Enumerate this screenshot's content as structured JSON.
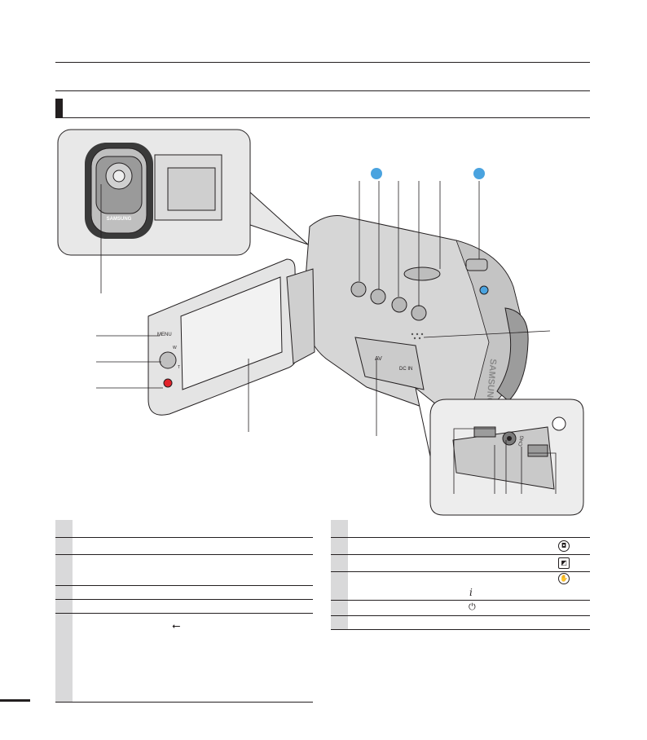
{
  "colors": {
    "ink": "#231f20",
    "callout_blue": "#4aa3df",
    "table_number_shade": "#d9d9da",
    "record_red": "#e2222a"
  },
  "camera": {
    "brand": "SAMSUNG",
    "button_labels": {
      "menu": "MENU",
      "zoom_wide": "W",
      "zoom_tele": "T"
    },
    "jack_labels": {
      "av": "AV",
      "dc_in": "DC IN",
      "chg": "CHG"
    }
  },
  "icons": {
    "left_table_usb": "usb-icon",
    "right_table_row1": "view-button-icon",
    "right_table_row2": "smart-auto-icon",
    "right_table_row3": "anti-shake-icon",
    "right_table_row4": "i-button-icon",
    "right_table_row5": "power-icon"
  },
  "glyphs": {
    "usb": "⭠",
    "i": "i",
    "power": "⏻"
  }
}
